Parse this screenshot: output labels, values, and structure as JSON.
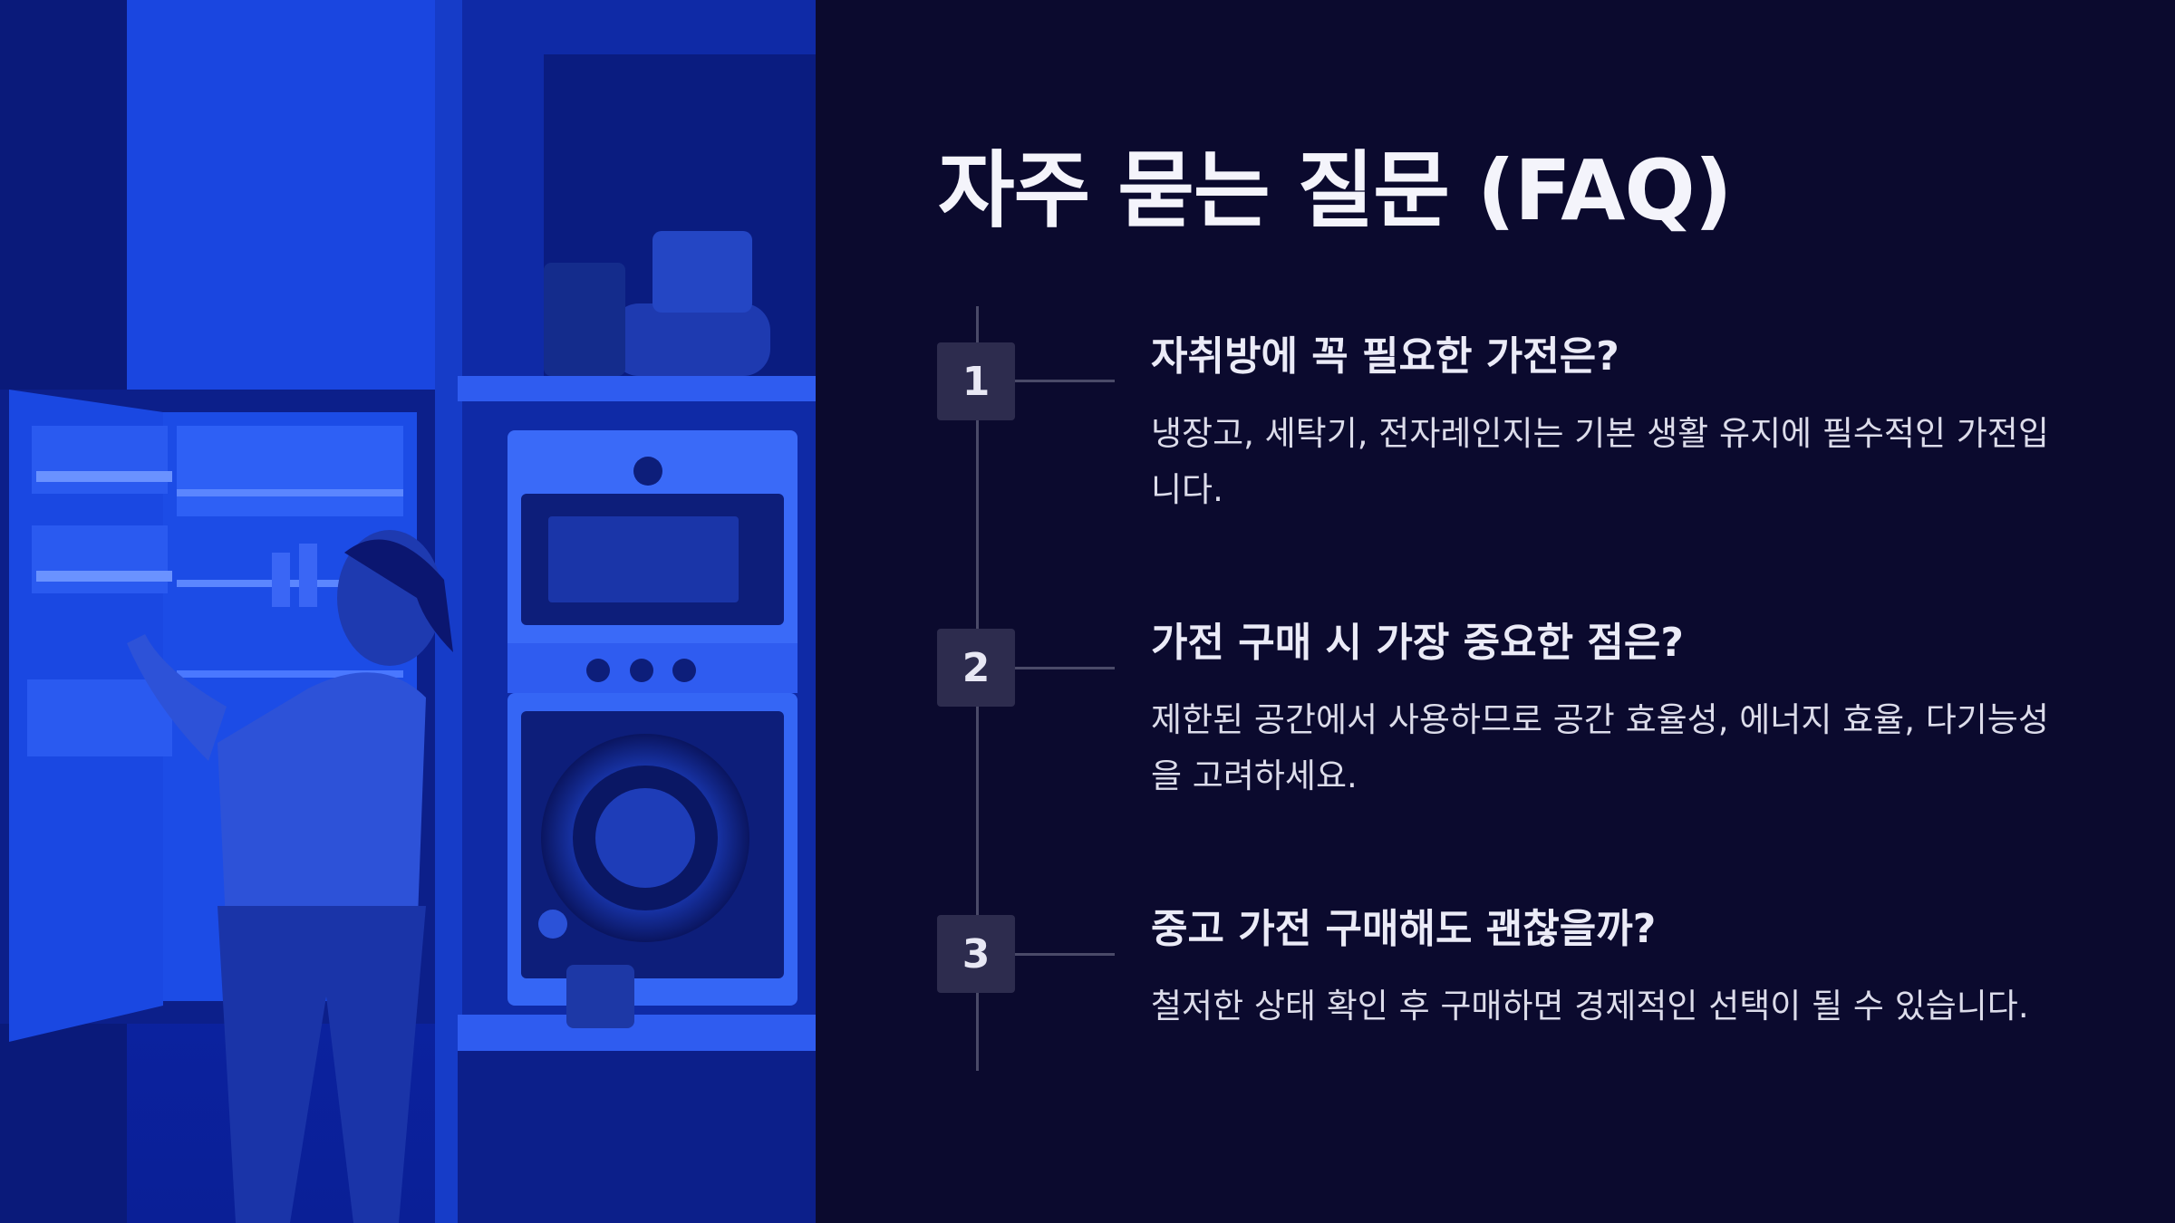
{
  "slide": {
    "title": "자주 묻는 질문 (FAQ)",
    "photo_alt": "Woman opening refrigerator next to stacked microwave and washing machine in blue-tinted kitchen",
    "faq": [
      {
        "number": "1",
        "question": "자취방에 꼭 필요한 가전은?",
        "answer": "냉장고, 세탁기, 전자레인지는 기본 생활 유지에 필수적인 가전입니다."
      },
      {
        "number": "2",
        "question": "가전 구매 시 가장 중요한 점은?",
        "answer": "제한된 공간에서 사용하므로 공간 효율성, 에너지 효율, 다기능성을 고려하세요."
      },
      {
        "number": "3",
        "question": "중고 가전 구매해도 괜찮을까?",
        "answer": "철저한 상태 확인 후 구매하면 경제적인 선택이 될 수 있습니다."
      }
    ]
  },
  "colors": {
    "background": "#0b0a2e",
    "number_box": "#2d2c4e",
    "timeline": "#4a4a68",
    "photo_tint": "#0d2bb5"
  }
}
